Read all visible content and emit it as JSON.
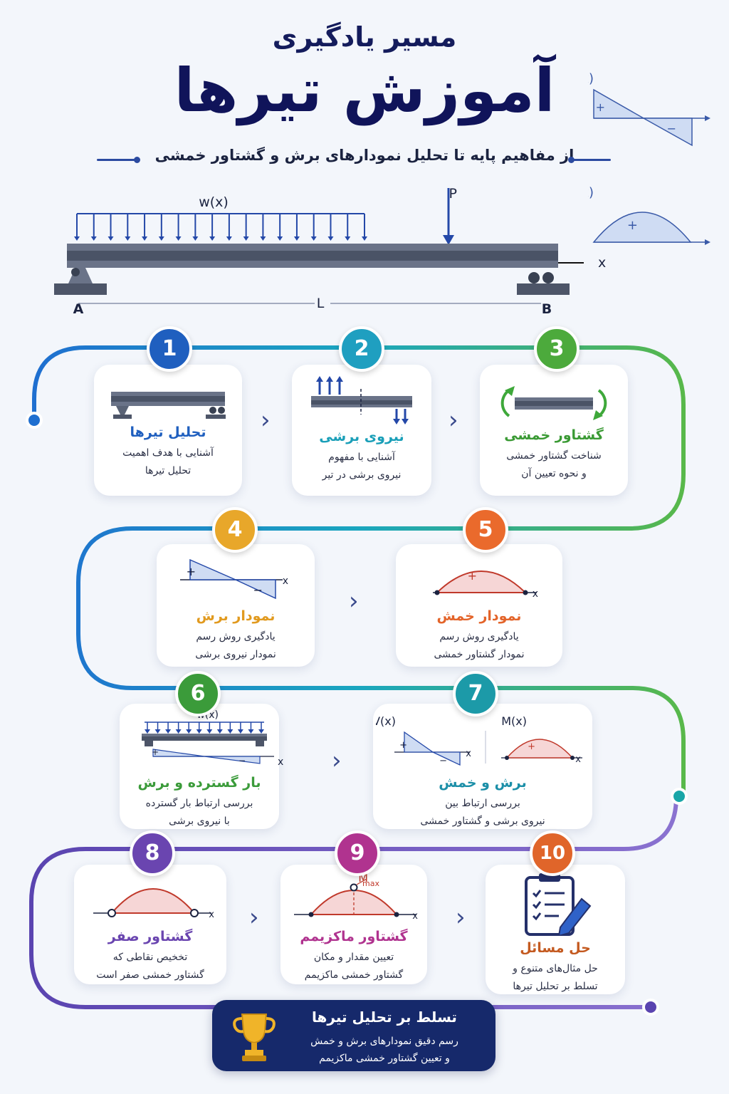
{
  "header": {
    "title_small": "مسیر یادگیری",
    "title_big": "آموزش تیرها",
    "subtitle": "از مفاهیم پایه تا تحلیل نمودارهای برش و گشتاور خمشی"
  },
  "beam_figure": {
    "load_label": "w(x)",
    "point_load": "P",
    "axis_label": "x",
    "support_a": "A",
    "support_b": "B",
    "length_label": "L"
  },
  "side_diagrams": {
    "shear_label": "V(x)",
    "moment_label": "M(x)",
    "minus": "−",
    "plus": "+"
  },
  "steps": [
    {
      "num": "1",
      "title": "تحلیل تیرها",
      "line1": "آشنایی با هدف اهمیت",
      "line2": "تحلیل تیرها",
      "color": "#1f5fbf"
    },
    {
      "num": "2",
      "title": "نیروی برشی",
      "line1": "آشنایی با مفهوم",
      "line2": "نیروی برشی در تیر",
      "color": "#1f9fc0"
    },
    {
      "num": "3",
      "title": "گشتاور خمشی",
      "line1": "شناخت گشتاور خمشی",
      "line2": "و نحوه تعیین آن",
      "color": "#4caa3c"
    },
    {
      "num": "4",
      "title": "نمودار برش",
      "line1": "یادگیری روش رسم",
      "line2": "نمودار نیروی برشی",
      "color": "#e8a72a"
    },
    {
      "num": "5",
      "title": "نمودار خمش",
      "line1": "یادگیری روش رسم",
      "line2": "نمودار گشتاور خمشی",
      "color": "#ea6a2c"
    },
    {
      "num": "6",
      "title": "بار گسترده و برش",
      "line1": "بررسی ارتباط بار گسترده",
      "line2": "با نیروی برشی",
      "color": "#3b9b3a"
    },
    {
      "num": "7",
      "title": "برش و خمش",
      "line1": "بررسی ارتباط بین",
      "line2": "نیروی برشی و گشتاور خمشی",
      "color": "#1c9aa8"
    },
    {
      "num": "8",
      "title": "گشتاور صفر",
      "line1": "تخخیص نقاطی که",
      "line2": "گشتاور خمشی صفر است",
      "color": "#6a45b0"
    },
    {
      "num": "9",
      "title": "گشتاور ماکزیمم",
      "line1": "تعیین مقدار و مکان",
      "line2": "گشتاور خمشی ماکزیمم",
      "color": "#b0338f"
    },
    {
      "num": "10",
      "title": "حل مسائل",
      "line1": "حل مثال‌های متنوع و",
      "line2": "تسلط بر تحلیل تیرها",
      "color": "#e0652a"
    }
  ],
  "step_diagram_labels": {
    "x": "x",
    "plus": "+",
    "minus": "−",
    "wx": "w(x)",
    "vx": "V(x)",
    "mx": "M(x)",
    "mmax": "M",
    "mmax_sub": "max"
  },
  "chevron": "‹",
  "final": {
    "title": "تسلط بر تحلیل تیرها",
    "line1": "رسم دقیق نمودارهای برش و خمش",
    "line2": "و تعیین گشتاور خمشی ماکزیمم"
  }
}
